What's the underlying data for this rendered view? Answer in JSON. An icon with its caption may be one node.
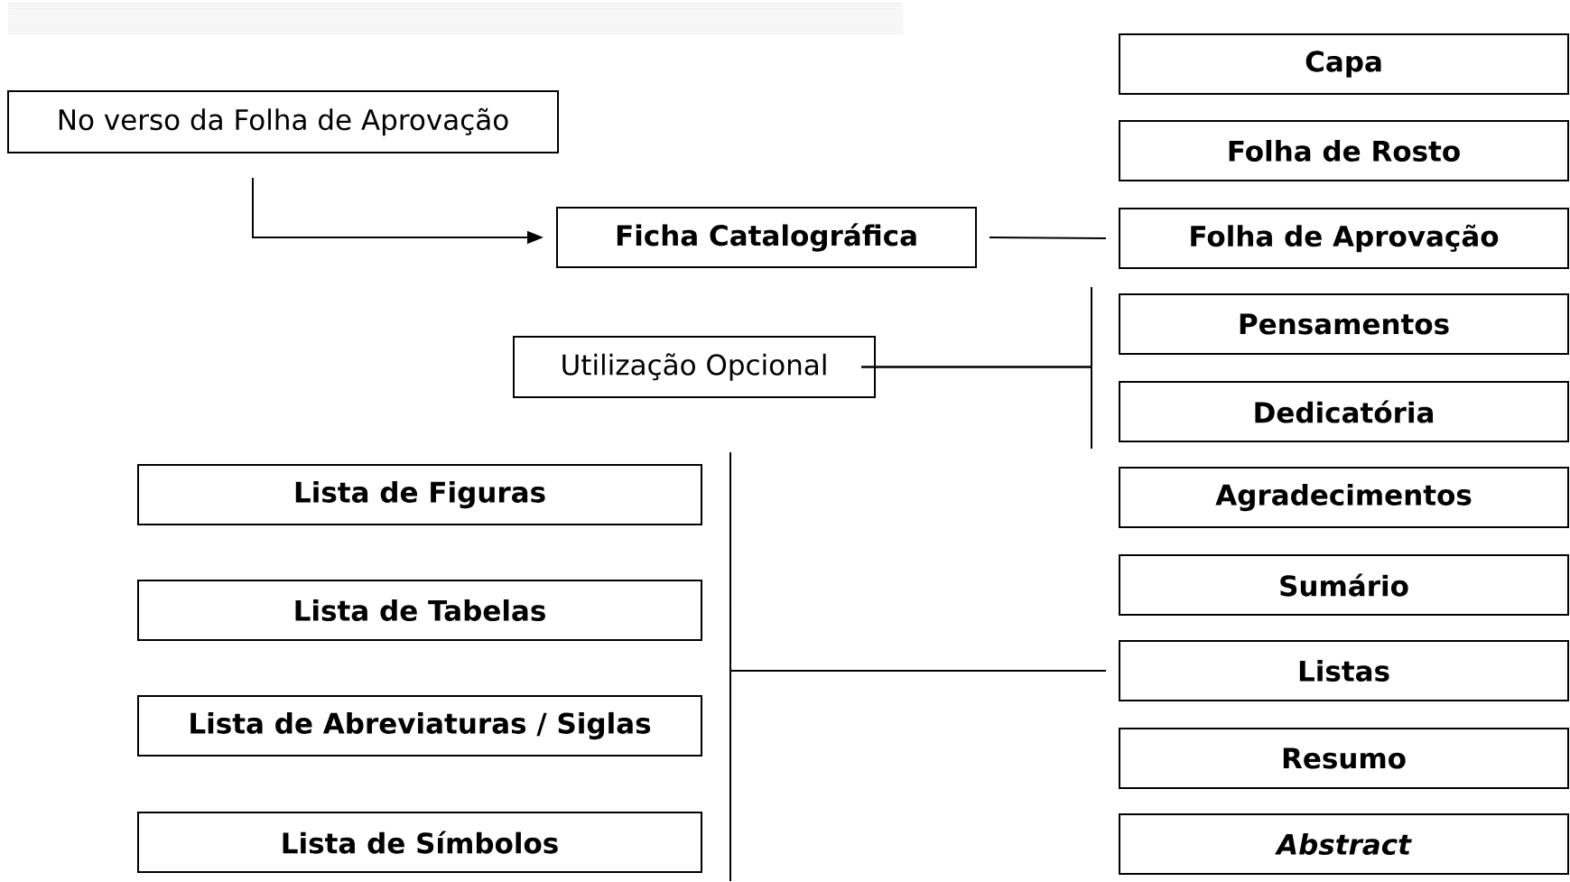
{
  "diagram": {
    "nodes": [
      {
        "text": [
          "No verso da Folha de Aprovação"
        ]
      },
      {
        "text": [
          "Ficha Catalográfica"
        ]
      },
      {
        "text": [
          "Utilização Opcional"
        ]
      },
      {
        "text": [
          "Capa"
        ]
      },
      {
        "text": [
          "Folha de Rosto"
        ]
      },
      {
        "text": [
          "Folha de Aprovação"
        ]
      },
      {
        "text": [
          "Pensamentos"
        ]
      },
      {
        "text": [
          "Dedicatória"
        ]
      },
      {
        "text": [
          "Agradecimentos"
        ]
      },
      {
        "text": [
          "Sumário"
        ]
      },
      {
        "text": [
          "Listas"
        ]
      },
      {
        "text": [
          "Resumo"
        ]
      },
      {
        "text": [
          "Abstract"
        ]
      },
      {
        "text": [
          "Lista de Figuras"
        ]
      },
      {
        "text": [
          "Lista de Tabelas"
        ]
      },
      {
        "text": [
          "Lista de Abreviaturas / Siglas"
        ]
      },
      {
        "text": [
          "Lista de Símbolos"
        ]
      }
    ],
    "edges": [
      {
        "from": 0,
        "to": 1,
        "arrow": "to"
      },
      {
        "from": 1,
        "to": 5,
        "arrow": "none"
      },
      {
        "from": 2,
        "to": 6,
        "arrow": "none"
      },
      {
        "from": 2,
        "to": 7,
        "arrow": "none"
      },
      {
        "from": 10,
        "to": 13,
        "arrow": "none"
      },
      {
        "from": 10,
        "to": 14,
        "arrow": "none"
      },
      {
        "from": 10,
        "to": 15,
        "arrow": "none"
      },
      {
        "from": 10,
        "to": 16,
        "arrow": "none"
      }
    ]
  }
}
